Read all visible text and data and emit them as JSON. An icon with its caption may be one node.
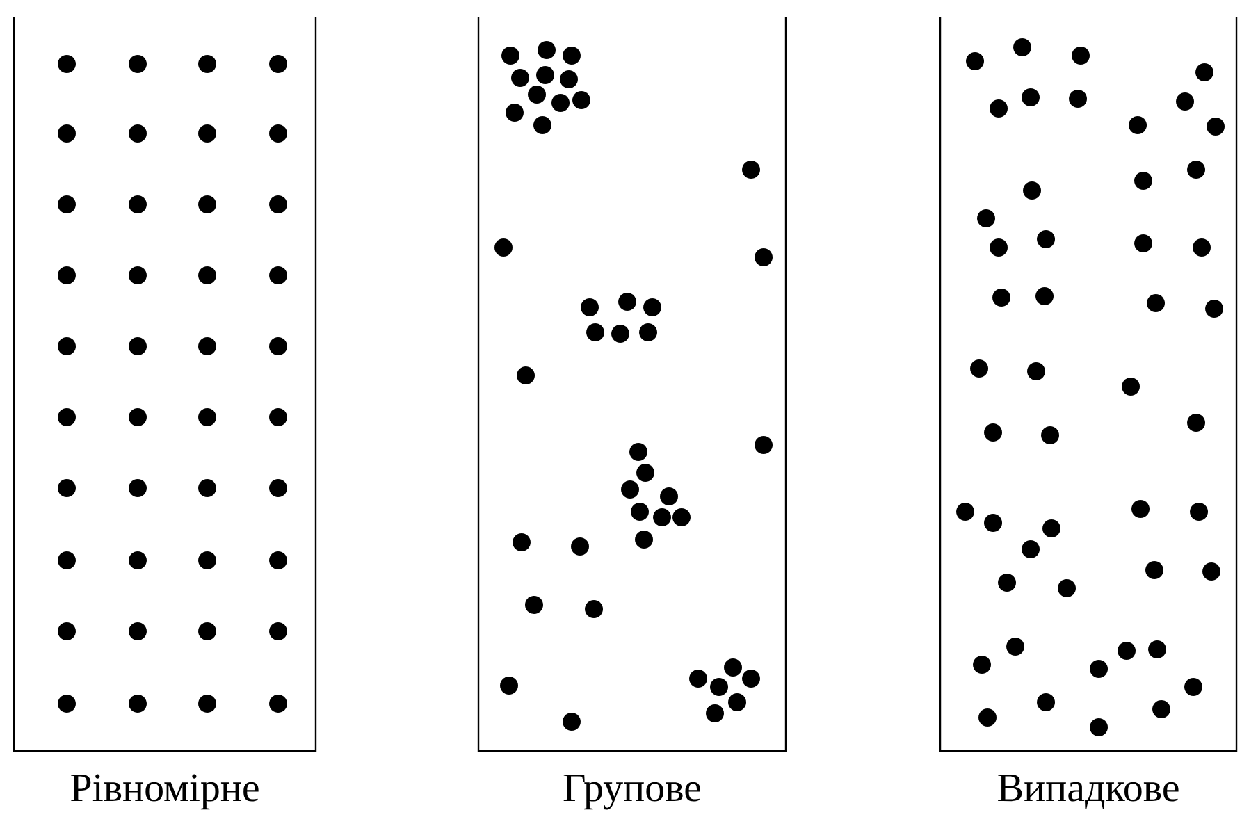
{
  "diagram": {
    "nodes": [
      {
        "text": [
          "Рівномірне"
        ]
      },
      {
        "text": [
          "Групове"
        ]
      },
      {
        "text": [
          "Випадкове"
        ]
      }
    ]
  }
}
